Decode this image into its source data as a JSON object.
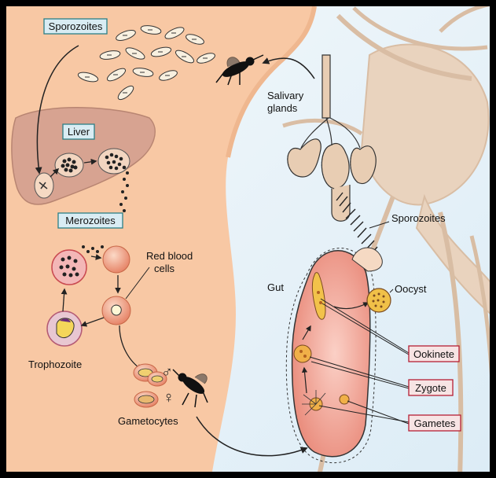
{
  "labels": {
    "sporozoites_top": "Sporozoites",
    "liver": "Liver",
    "merozoites": "Merozoites",
    "red_blood_cells_line1": "Red blood",
    "red_blood_cells_line2": "cells",
    "trophozoite": "Trophozoite",
    "gametocytes": "Gametocytes",
    "salivary_glands_line1": "Salivary",
    "salivary_glands_line2": "glands",
    "sporozoites_right": "Sporozoites",
    "gut": "Gut",
    "oocyst": "Oocyst",
    "ookinete": "Ookinete",
    "zygote": "Zygote",
    "gametes": "Gametes",
    "male_symbol": "♂",
    "female_symbol": "♀"
  },
  "colors": {
    "skin": "#f8c8a4",
    "liver": "#d8a692",
    "mosquito_bg": "#e8f3f9",
    "mosquito_body": "#e6cbb3",
    "gut_fill": "#f0a898",
    "label_box_fill": "#d9ecf3",
    "label_box_border": "#2b7f86",
    "right_label_border": "#b51f34",
    "frame": "#000000"
  }
}
